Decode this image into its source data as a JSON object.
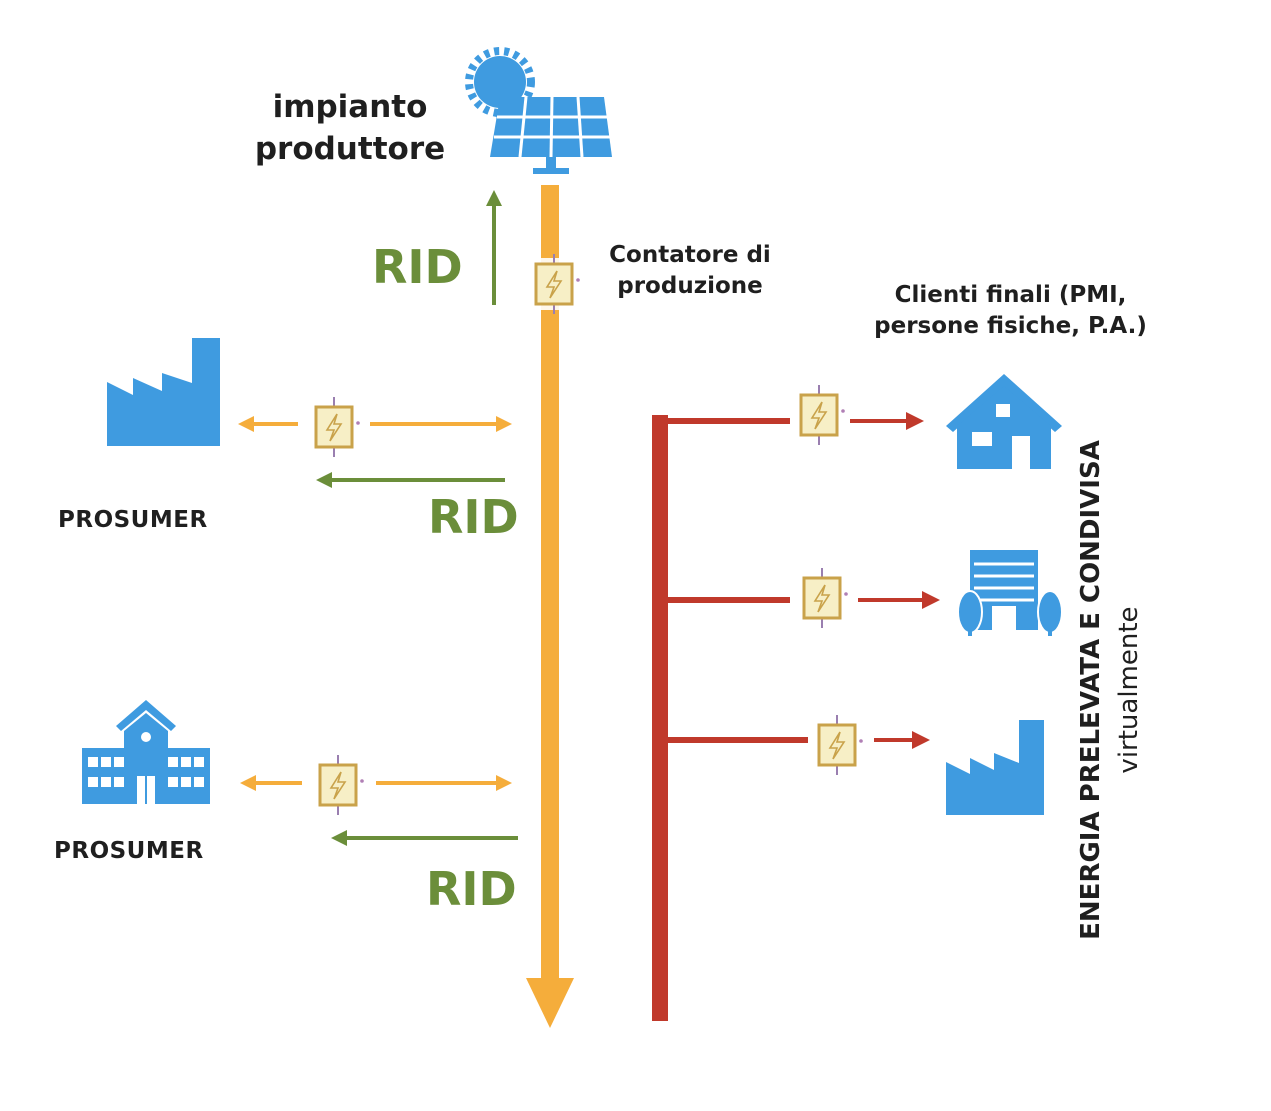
{
  "colors": {
    "blue": "#3f9be0",
    "orange": "#f5ad3b",
    "green": "#6b8e3a",
    "red": "#c0392b",
    "meter_fill": "#f7efc6",
    "meter_border": "#c9a24a"
  },
  "producer": {
    "label_line1": "impianto",
    "label_line2": "produttore",
    "icon": "solar-panel-icon"
  },
  "production_meter": {
    "label_line1": "Contatore di",
    "label_line2": "produzione"
  },
  "rid_label": "RID",
  "prosumer_label": "PROSUMER",
  "prosumers": [
    {
      "icon": "factory-icon",
      "label": "PROSUMER"
    },
    {
      "icon": "school-icon",
      "label": "PROSUMER"
    }
  ],
  "clients": {
    "label_line1": "Clienti finali (PMI,",
    "label_line2": "persone fisiche, P.A.)",
    "items": [
      {
        "icon": "house-icon"
      },
      {
        "icon": "office-building-icon"
      },
      {
        "icon": "factory-icon"
      }
    ]
  },
  "side_label": {
    "main": "ENERGIA PRELEVATA E CONDIVISA",
    "sub": "virtualmente"
  }
}
